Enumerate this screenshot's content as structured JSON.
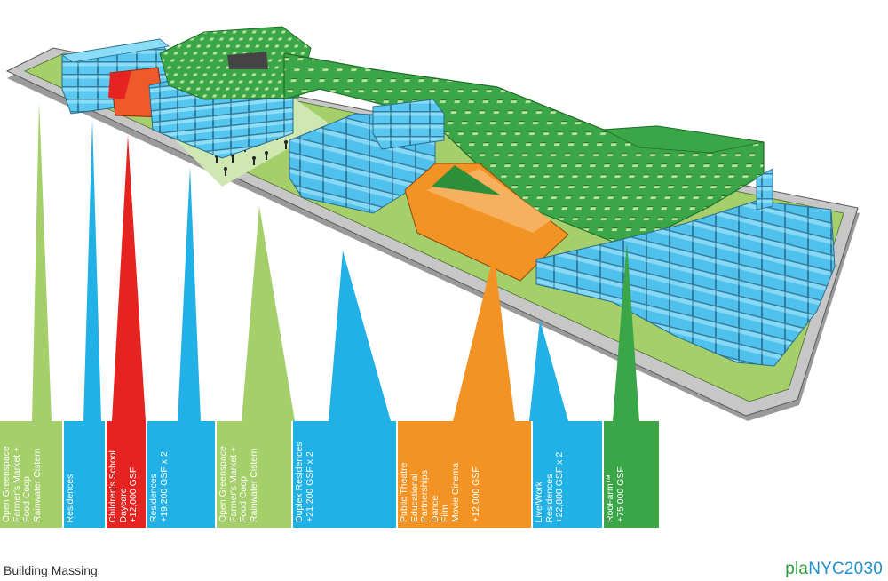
{
  "colors": {
    "greenspace": "#a5cf6a",
    "residence": "#21b1e6",
    "school": "#e52421",
    "culture": "#f39323",
    "roof": "#3aa648",
    "ground": "#c7c7c7"
  },
  "labels": [
    {
      "id": "open-greenspace-1",
      "kind": "greenspace",
      "lines": [
        "Open Greenspace",
        "Farmer's Market +",
        "Food Coop",
        "Rainwater Cistern"
      ]
    },
    {
      "id": "residences-1",
      "kind": "residence",
      "lines": [
        "Residences"
      ]
    },
    {
      "id": "childrens-school",
      "kind": "school",
      "lines": [
        "Children's School",
        "Daycare",
        "+12,000 GSF"
      ]
    },
    {
      "id": "residences-2",
      "kind": "residence",
      "lines": [
        "Residences",
        "+19,200 GSF x 2"
      ]
    },
    {
      "id": "open-greenspace-2",
      "kind": "greenspace",
      "lines": [
        "Open Greenspace",
        "Farmer's Market +",
        "Food Coop",
        "Rainwater Cistern"
      ]
    },
    {
      "id": "duplex-residences",
      "kind": "residence",
      "lines": [
        "Duplex Residences",
        "+21,200 GSF x 2"
      ]
    },
    {
      "id": "public-theatre",
      "kind": "culture",
      "lines": [
        "Public Theatre",
        "Educational",
        "Partnerships",
        "Dance",
        "Film",
        "Movie Cinema",
        "",
        "+12,000 GSF"
      ]
    },
    {
      "id": "live-work",
      "kind": "residence",
      "lines": [
        "Live/Work",
        "Residences",
        "+22,800 GSF x 2"
      ]
    },
    {
      "id": "roofarm",
      "kind": "roof",
      "lines": [
        "RooFarm™",
        "+75,000 GSF"
      ]
    }
  ],
  "caption": "Building Massing",
  "logo": {
    "prefix": "pla",
    "suffix": "NYC2030"
  }
}
